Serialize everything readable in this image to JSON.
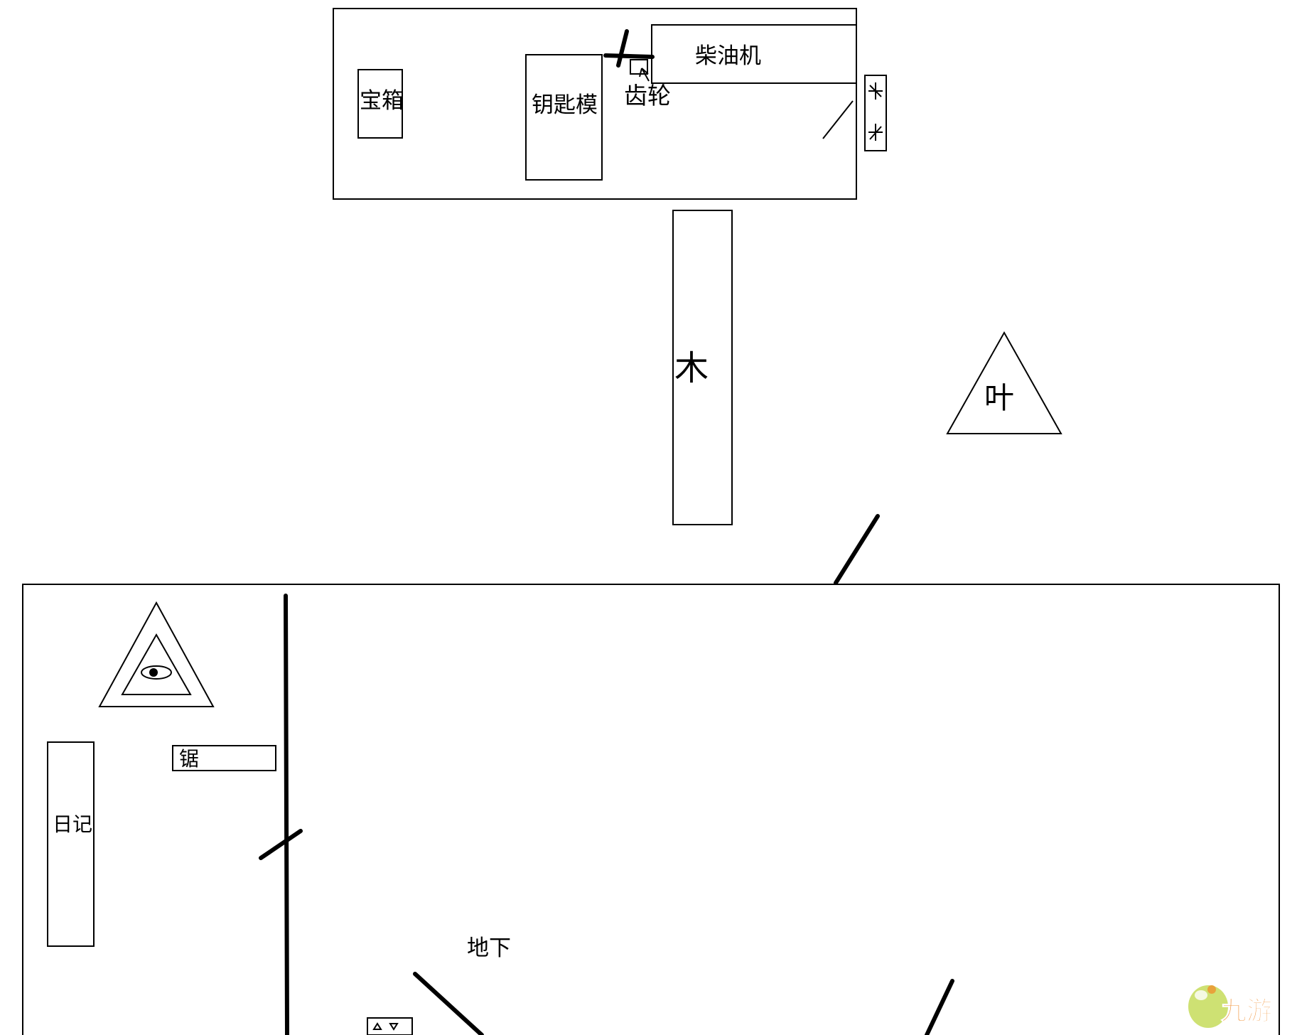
{
  "labels": {
    "treasure_chest": "宝箱",
    "key_mold": "钥匙模",
    "gear": "齿轮",
    "diesel_engine": "柴油机",
    "wood": "木",
    "leaf": "叶",
    "saw": "锯",
    "diary": "日记",
    "underground": "地下"
  },
  "watermark": {
    "text": "九游"
  }
}
